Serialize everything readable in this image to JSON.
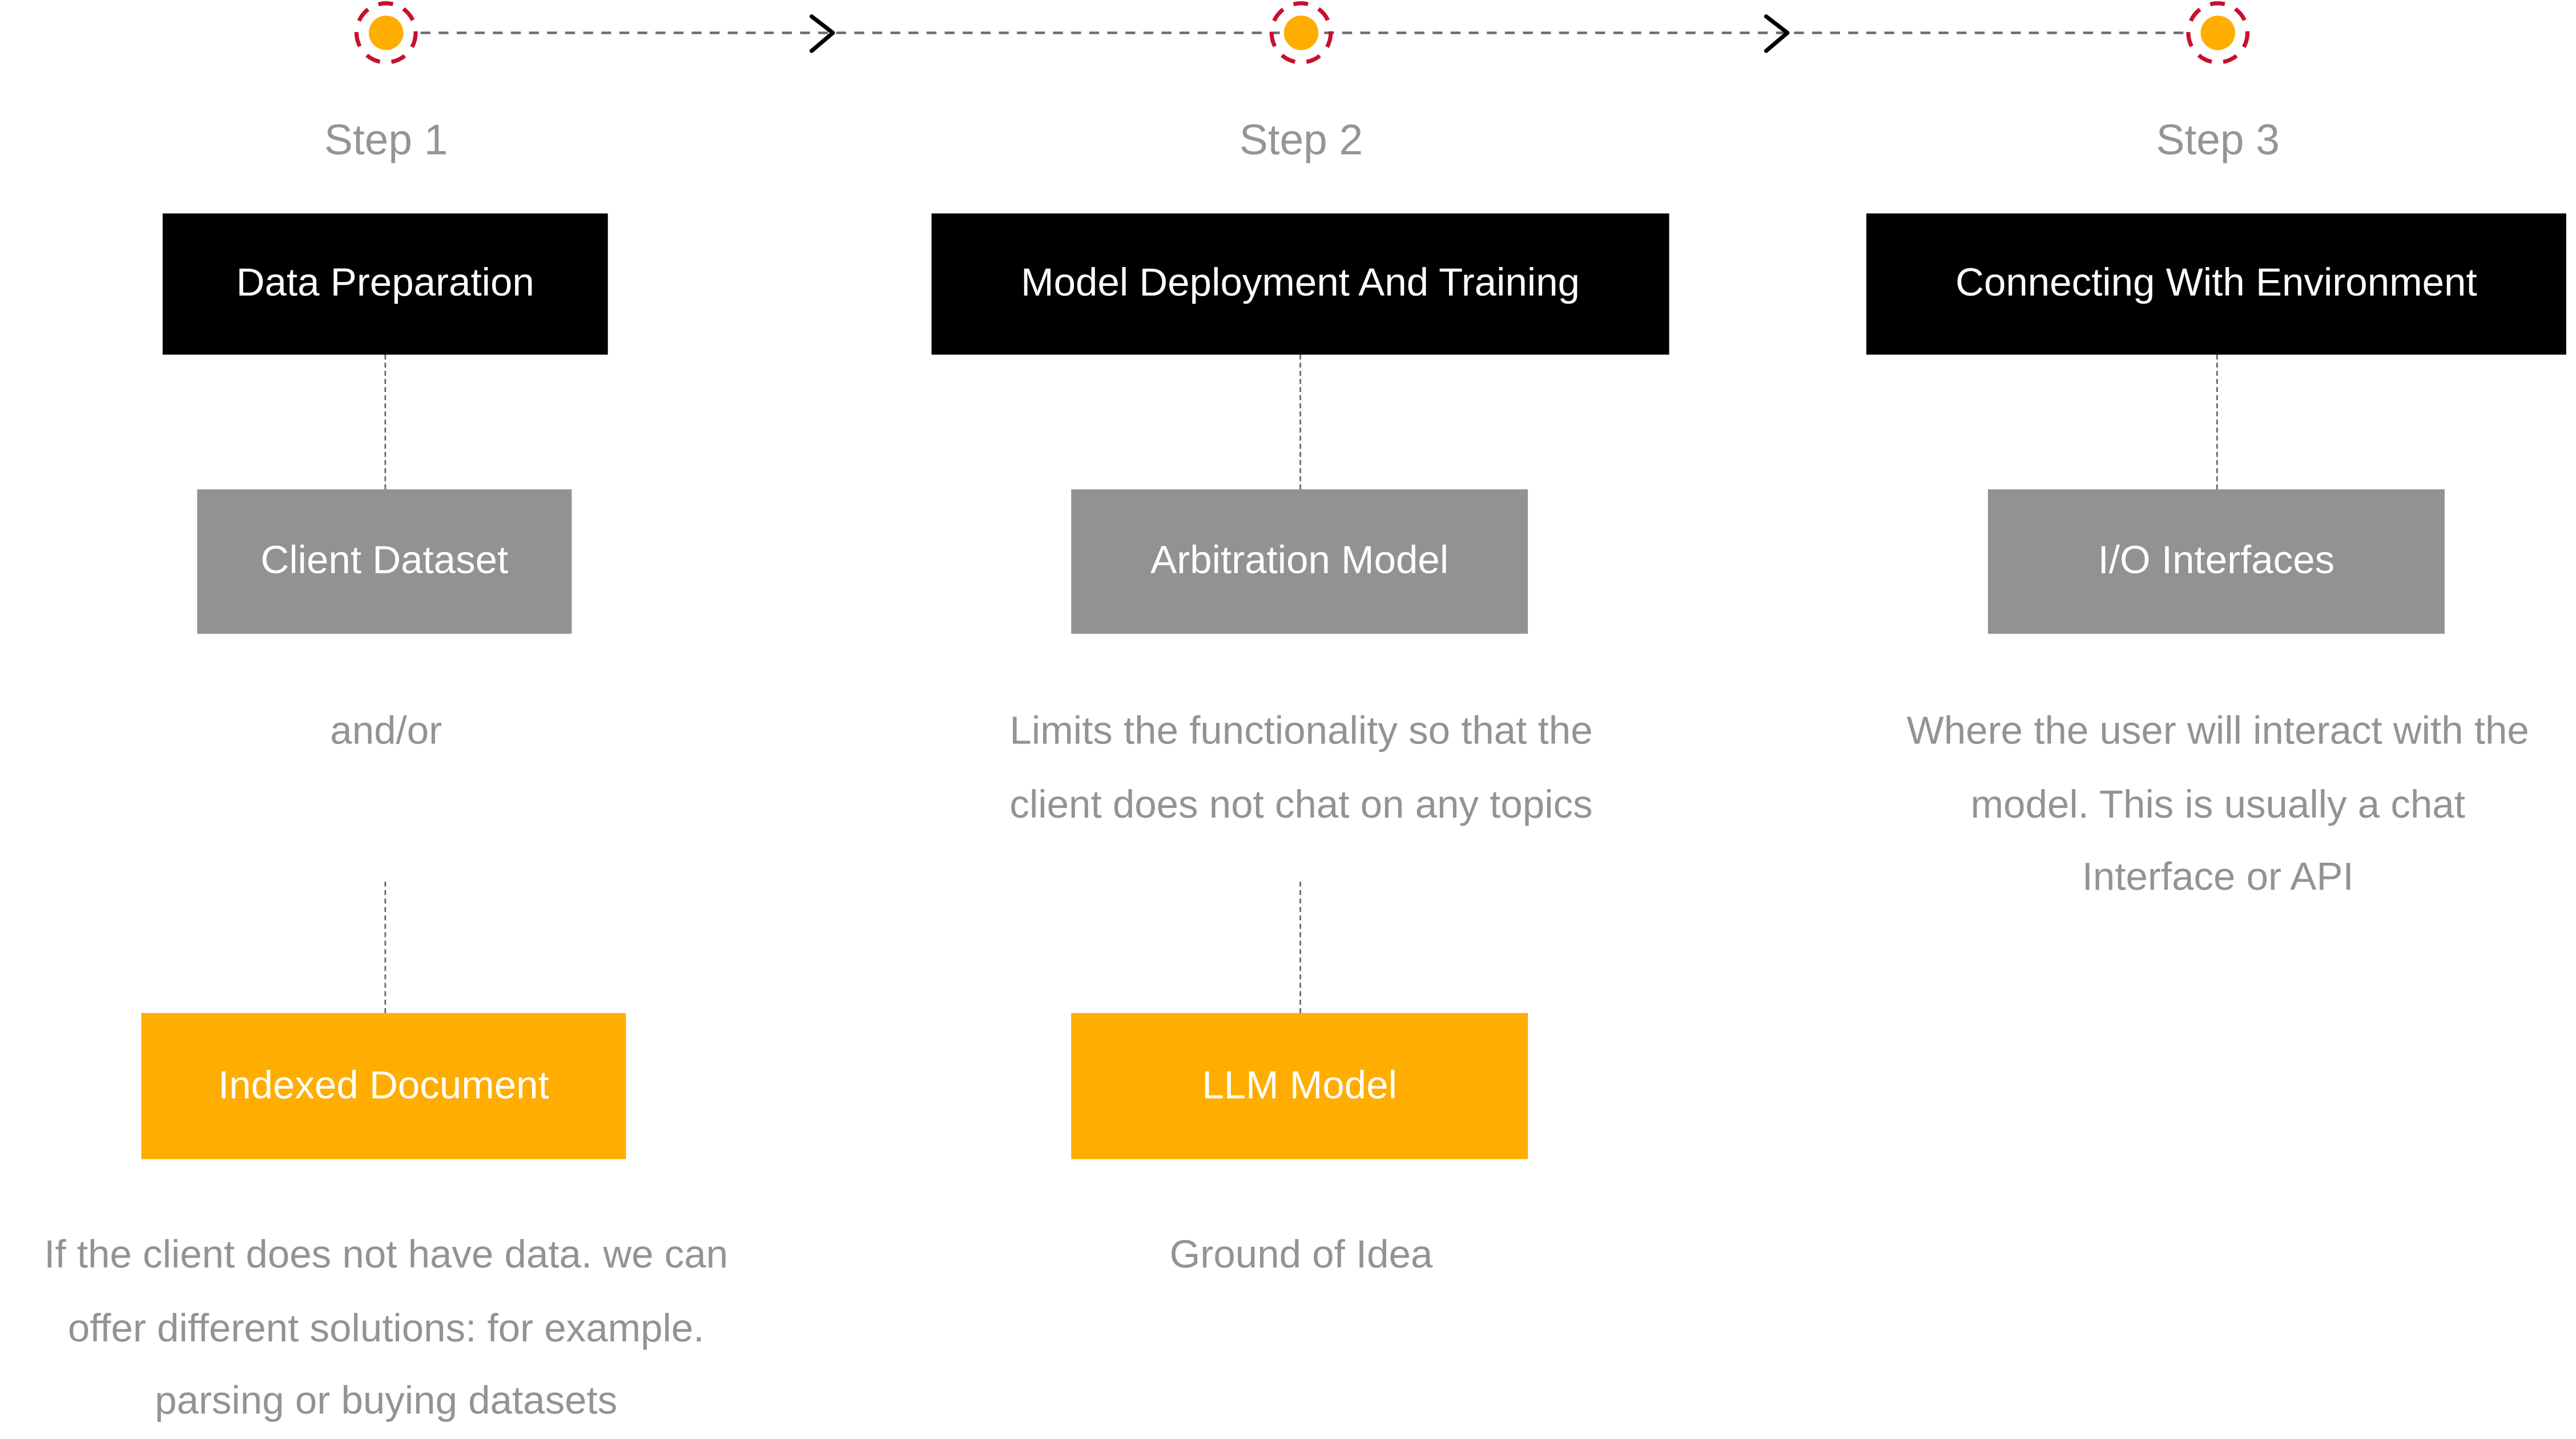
{
  "colors": {
    "accent": "#ffad00",
    "ring": "#c8102e",
    "header_box": "#000000",
    "sub_box": "#929292",
    "text_gray": "#939393"
  },
  "steps": [
    {
      "label": "Step 1",
      "title": "Data Preparation",
      "sub_box": "Client Dataset",
      "sub_desc": [
        "and/or"
      ],
      "accent_box": "Indexed Document",
      "accent_desc": [
        "If the client does not have data. we can",
        "offer different solutions: for example.",
        "parsing or buying datasets"
      ]
    },
    {
      "label": "Step 2",
      "title": "Model Deployment And Training",
      "sub_box": "Arbitration Model",
      "sub_desc": [
        "Limits the functionality so that the",
        "client does not chat on any topics"
      ],
      "accent_box": "LLM Model",
      "accent_desc": [
        "Ground of Idea"
      ]
    },
    {
      "label": "Step 3",
      "title": "Connecting With Environment",
      "sub_box": "I/O Interfaces",
      "sub_desc": [
        "Where the user will interact with the",
        "model. This is usually a chat",
        "Interface or API"
      ]
    }
  ]
}
